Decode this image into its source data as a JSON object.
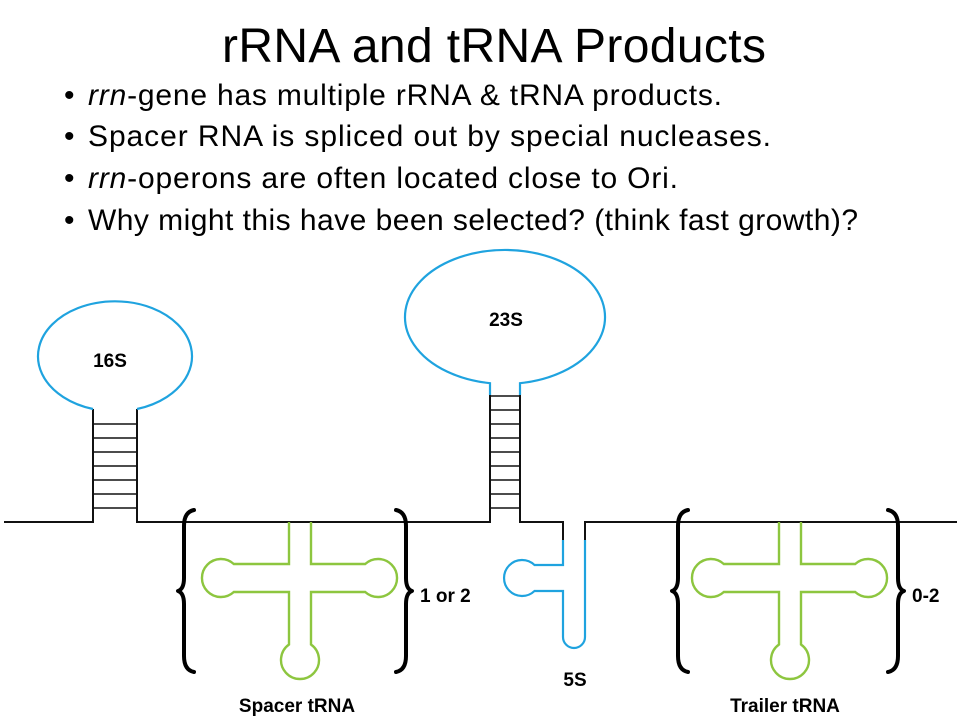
{
  "slide": {
    "title": "rRNA and tRNA Products",
    "bullets": [
      {
        "marker": "•",
        "italic_lead": "rrn",
        "text": "-gene has multiple rRNA & tRNA products."
      },
      {
        "marker": "•",
        "text": "Spacer RNA is spliced out by special nucleases."
      },
      {
        "marker": "•",
        "italic_lead": "rrn",
        "text": "-operons are often located close to Ori."
      },
      {
        "marker": "•",
        "text": "Why might this have been selected? (think fast growth)?"
      }
    ]
  },
  "diagram": {
    "rrna_16s": {
      "label": "16S"
    },
    "rrna_23s": {
      "label": "23S"
    },
    "rrna_5s": {
      "label": "5S"
    },
    "trna_groups": [
      {
        "label": "Spacer tRNA",
        "count": "1 or 2"
      },
      {
        "label": "Trailer tRNA",
        "count": "0-2"
      }
    ]
  },
  "colors": {
    "rrna": "#1fa3df",
    "trna": "#8dc63f",
    "dna": "#111111"
  }
}
